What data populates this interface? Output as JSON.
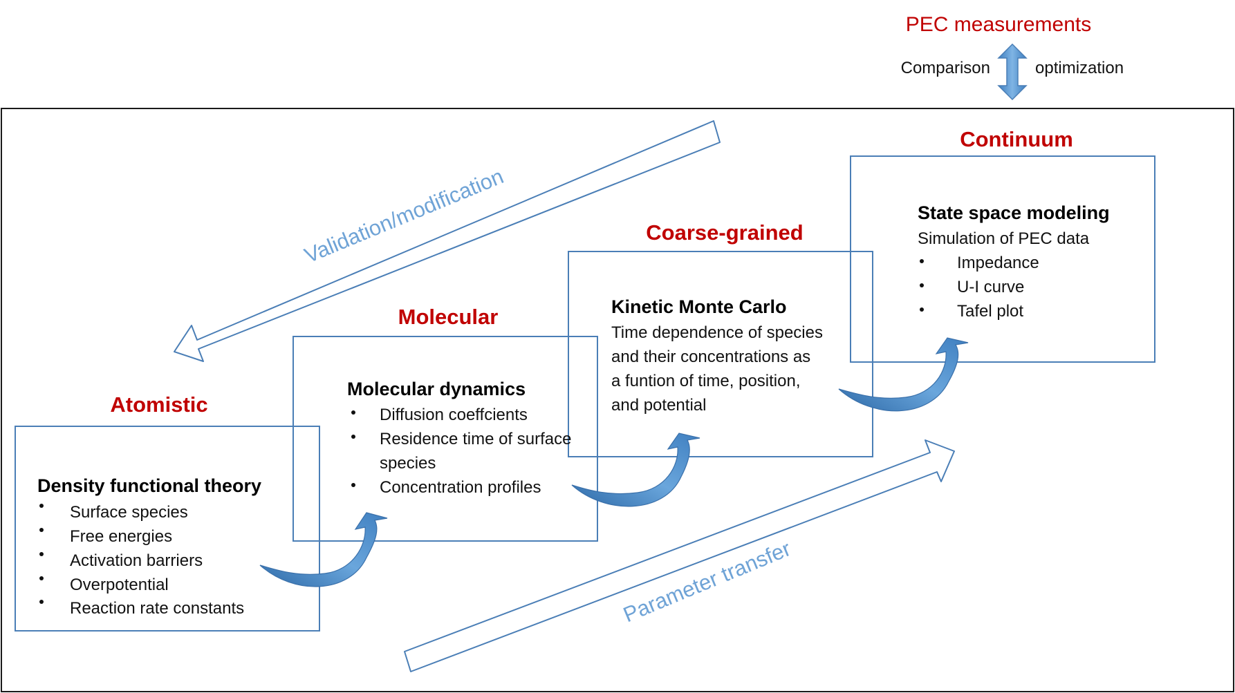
{
  "top": {
    "title": "PEC measurements",
    "left_label": "Comparison",
    "right_label": "optimization"
  },
  "arrows": {
    "validation_label": "Validation/modification",
    "parameter_label": "Parameter transfer"
  },
  "stages": {
    "atomistic": {
      "title": "Atomistic",
      "method": "Density functional theory",
      "bullets": [
        "Surface species",
        "Free energies",
        "Activation barriers",
        "Overpotential",
        "Reaction rate constants"
      ]
    },
    "molecular": {
      "title": "Molecular",
      "method": "Molecular dynamics",
      "bullets": [
        "Diffusion coeffcients",
        "Residence time of surface",
        "species",
        "Concentration profiles"
      ]
    },
    "coarse": {
      "title": "Coarse-grained",
      "method": "Kinetic Monte Carlo",
      "lines": [
        "Time dependence of species",
        "and their concentrations as",
        "a funtion of time, position,",
        "and potential"
      ]
    },
    "continuum": {
      "title": "Continuum",
      "method": "State space modeling",
      "subtitle": "Simulation of PEC data",
      "bullets": [
        "Impedance",
        "U-I curve",
        "Tafel plot"
      ]
    }
  },
  "colors": {
    "stage_title": "#c00000",
    "box_stroke": "#4a7eb6",
    "arrow_fill": "#5b9bd5",
    "arrow_label": "#6fa3d6"
  }
}
